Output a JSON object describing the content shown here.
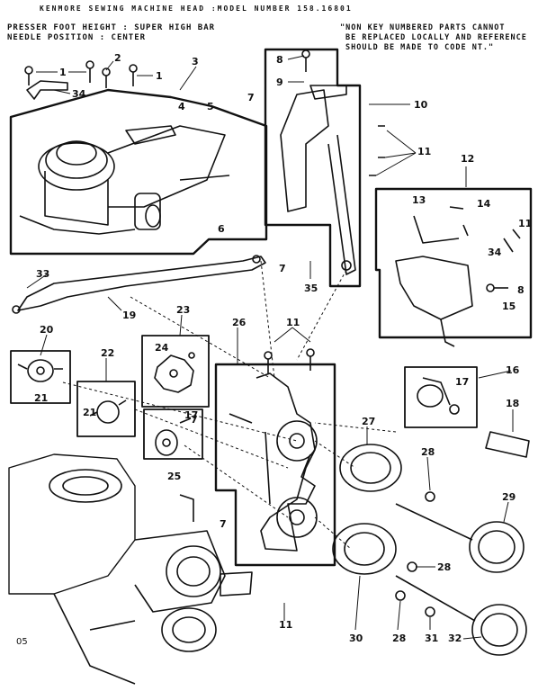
{
  "header": {
    "title": "KENMORE SEWING MACHINE HEAD :MODEL NUMBER 158.16801",
    "presser_foot": "PRESSER FOOT HEIGHT : SUPER HIGH BAR",
    "needle_position": "NEEDLE POSITION : CENTER",
    "note_line1": "\"NON KEY NUMBERED PARTS CANNOT",
    "note_line2": "BE REPLACED LOCALLY AND REFERENCE",
    "note_line3": "SHOULD BE MADE TO CODE NT.\""
  },
  "page_ref": "05",
  "callouts": [
    "1",
    "2",
    "3",
    "4",
    "5",
    "6",
    "7",
    "8",
    "9",
    "10",
    "11",
    "12",
    "13",
    "14",
    "15",
    "16",
    "17",
    "18",
    "19",
    "20",
    "21",
    "22",
    "23",
    "24",
    "25",
    "26",
    "27",
    "28",
    "29",
    "30",
    "31",
    "32",
    "33",
    "34",
    "35"
  ]
}
